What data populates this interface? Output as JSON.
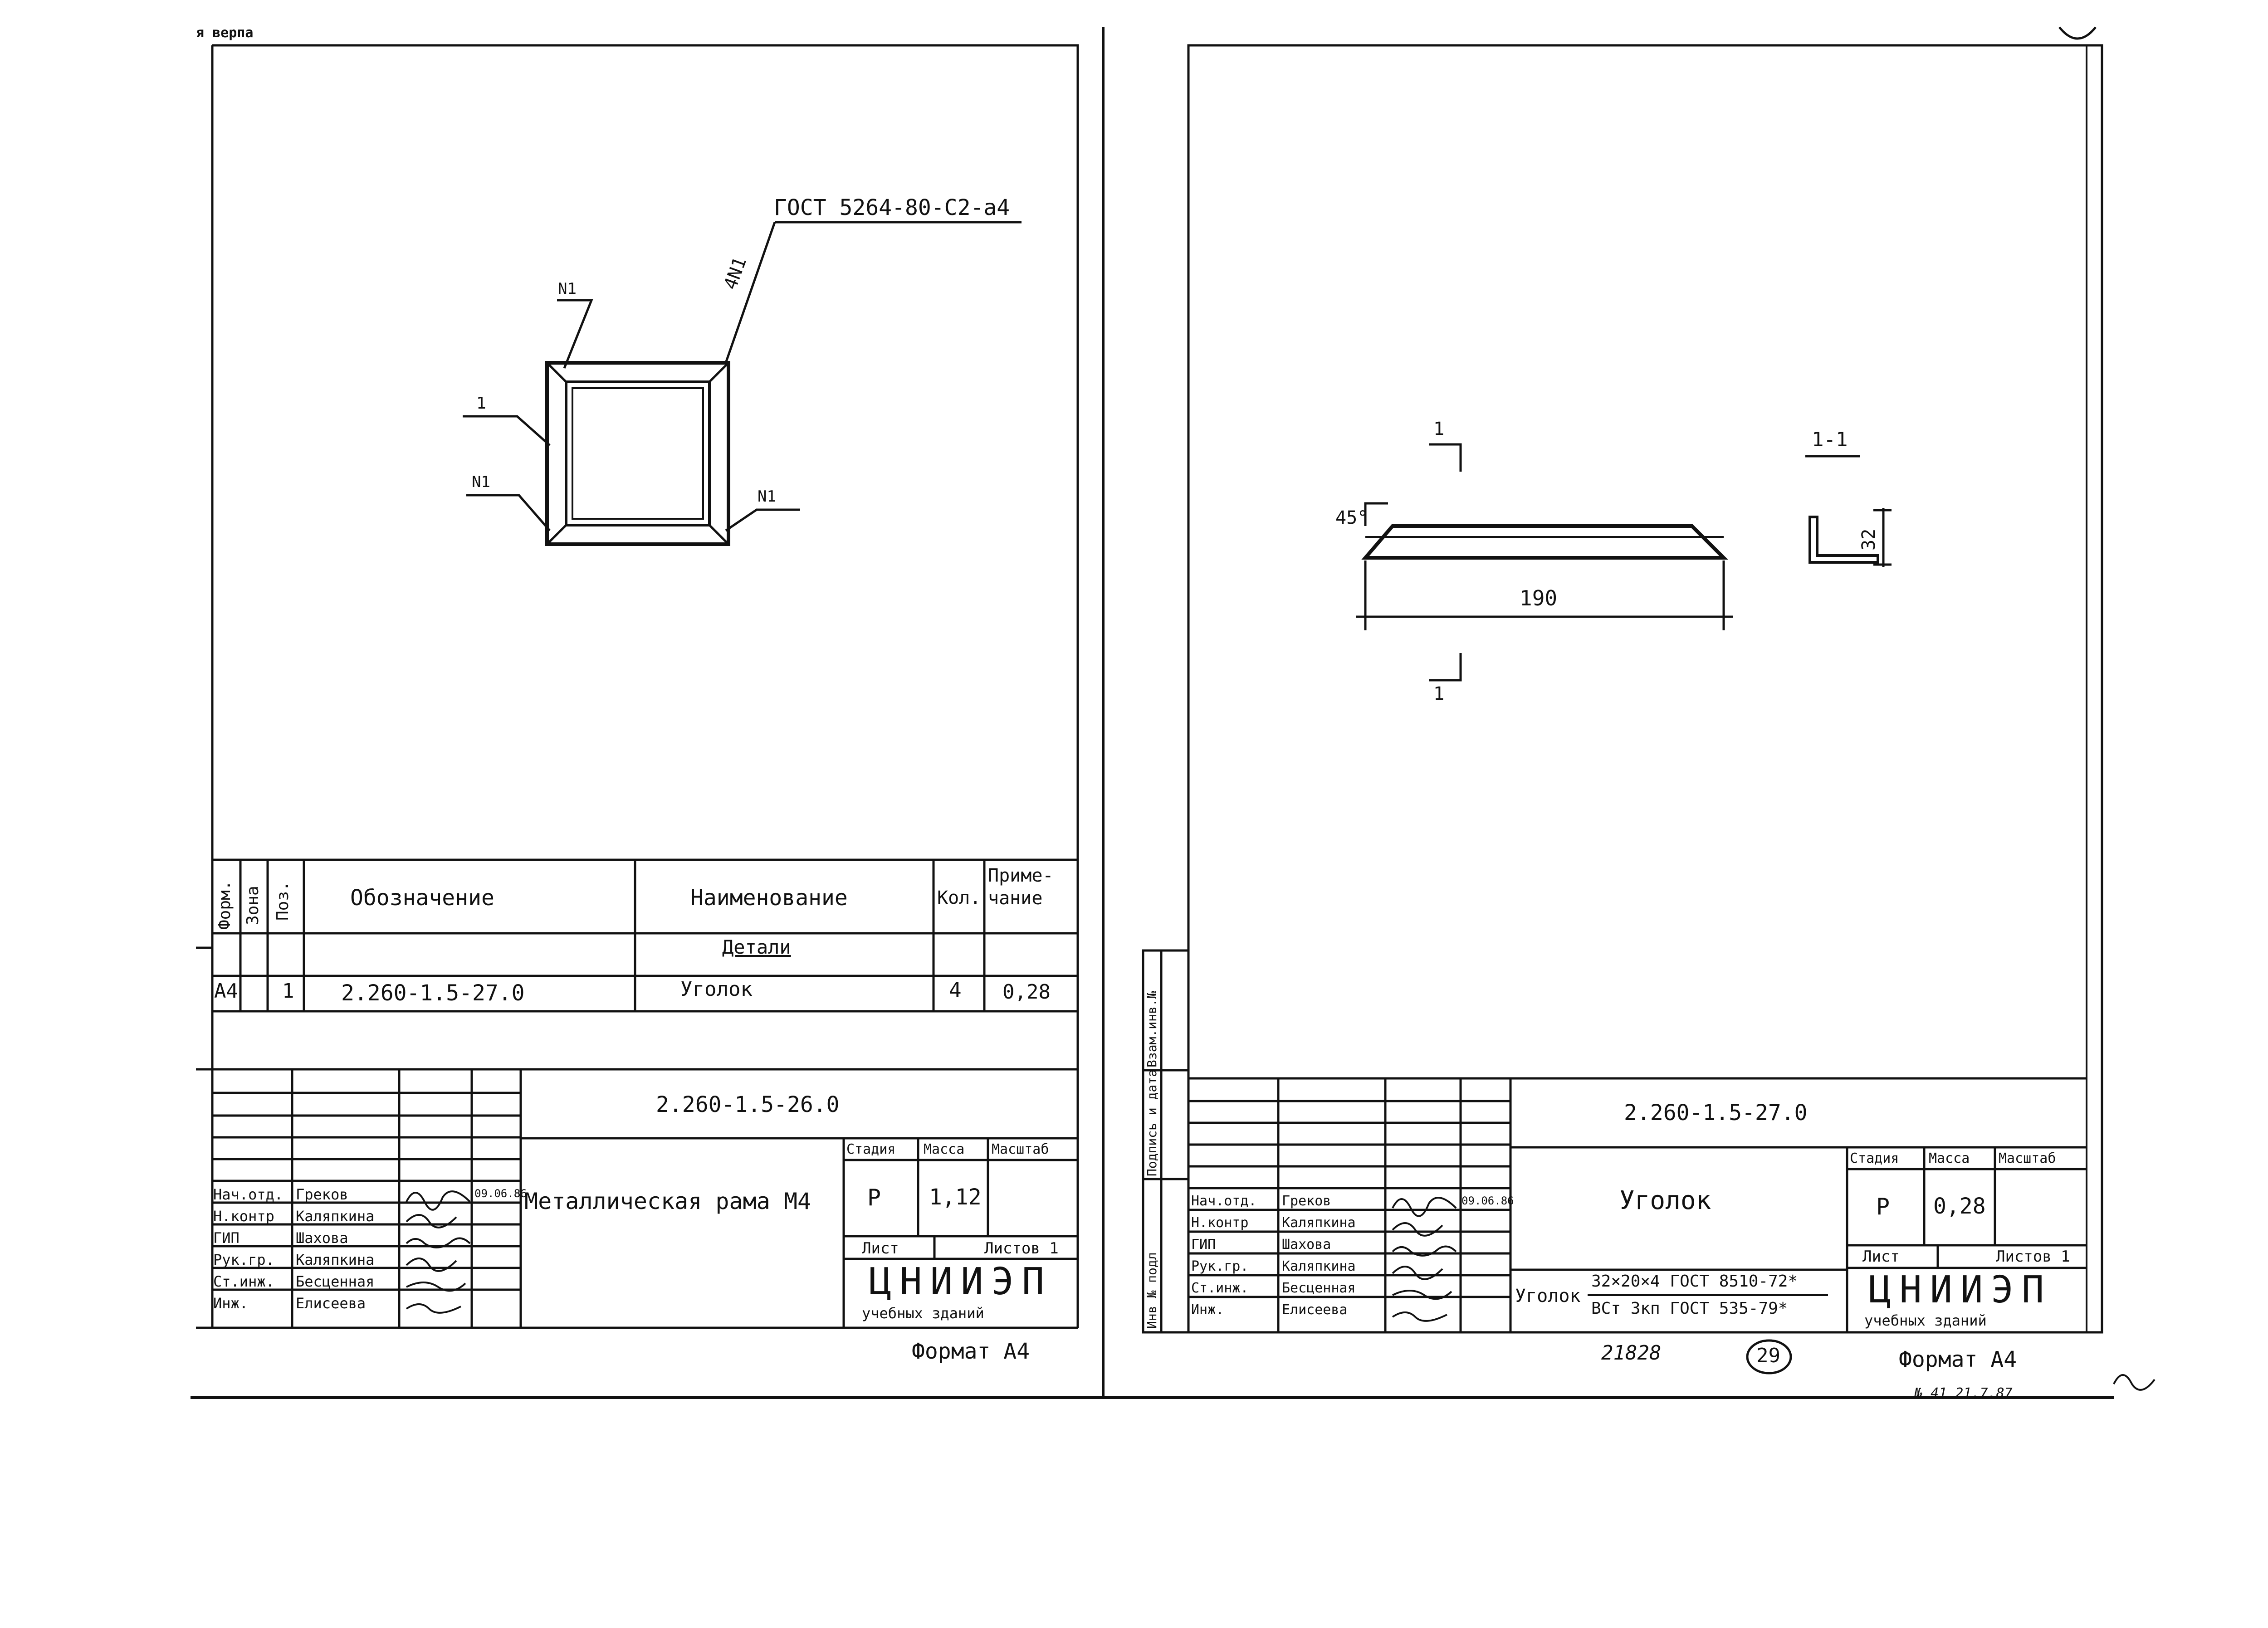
{
  "top_note": "я верпа",
  "left_sheet": {
    "callouts": {
      "gost": "ГОСТ 5264-80-С2-а4",
      "n1_top": "N1",
      "n4": "4N1",
      "part_1": "1",
      "n1_left": "N1",
      "n1_right": "N1"
    },
    "spec": {
      "headers": {
        "format": "Форм.",
        "zone": "Зона",
        "pos": "Поз.",
        "designation": "Обозначение",
        "name": "Наименование",
        "qty": "Кол.",
        "note": "Приме-чание"
      },
      "section": "Детали",
      "row": {
        "format": "А4",
        "pos": "1",
        "designation": "2.260-1.5-27.0",
        "name": "Уголок",
        "qty": "4",
        "note": "0,28"
      }
    },
    "title_block": {
      "code": "2.260-1.5-26.0",
      "title": "Металлическая рама М4",
      "stage_label": "Стадия",
      "mass_label": "Масса",
      "scale_label": "Масштаб",
      "stage": "Р",
      "mass": "1,12",
      "sheet_label": "Лист",
      "sheets_label": "Листов 1",
      "org": "ЦНИИЭП",
      "org_sub": "учебных зданий",
      "date": "09.06.86",
      "staff": [
        {
          "role": "Нач.отд.",
          "name": "Греков"
        },
        {
          "role": "Н.контр",
          "name": "Каляпкина"
        },
        {
          "role": "ГИП",
          "name": "Шахова"
        },
        {
          "role": "Рук.гр.",
          "name": "Каляпкина"
        },
        {
          "role": "Ст.инж.",
          "name": "Бесценная"
        },
        {
          "role": "Инж.",
          "name": "Елисеева"
        }
      ]
    },
    "format": "Формат А4"
  },
  "right_sheet": {
    "dims": {
      "angle": "45°",
      "length": "190",
      "height": "32",
      "section_mark": "1",
      "section_title": "1-1"
    },
    "side_labels": [
      "Инв № подл",
      "Подпись и дата",
      "Взам.инв.№"
    ],
    "title_block": {
      "code": "2.260-1.5-27.0",
      "title": "Уголок",
      "stage_label": "Стадия",
      "mass_label": "Масса",
      "scale_label": "Масштаб",
      "stage": "Р",
      "mass": "0,28",
      "sheet_label": "Лист",
      "sheets_label": "Листов 1",
      "org": "ЦНИИЭП",
      "org_sub": "учебных зданий",
      "date": "09.06.86",
      "material_prefix": "Уголок",
      "material_top": "32×20×4 ГОСТ 8510-72*",
      "material_bottom": "ВСт 3кп ГОСТ 535-79*",
      "staff": [
        {
          "role": "Нач.отд.",
          "name": "Греков"
        },
        {
          "role": "Н.контр",
          "name": "Каляпкина"
        },
        {
          "role": "ГИП",
          "name": "Шахова"
        },
        {
          "role": "Рук.гр.",
          "name": "Каляпкина"
        },
        {
          "role": "Ст.инж.",
          "name": "Бесценная"
        },
        {
          "role": "Инж.",
          "name": "Елисеева"
        }
      ]
    },
    "inv_number": "21828",
    "page_number": "29",
    "format": "Формат А4",
    "footnote": "№ 41 21.7.87"
  }
}
